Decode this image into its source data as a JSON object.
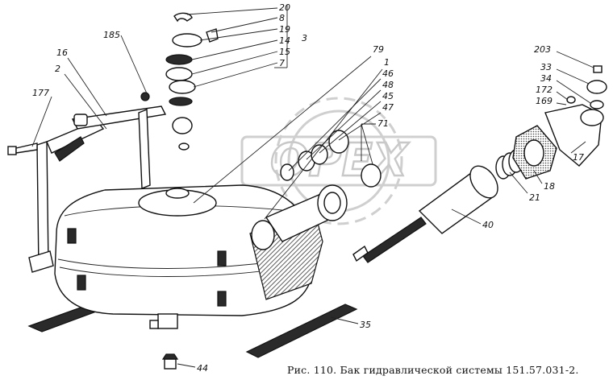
{
  "caption": "Рис. 110. Бак гидравлической системы 151.57.031-2.",
  "watermark": "OPEX",
  "labels": {
    "n20": "20",
    "n8": "8",
    "n19": "19",
    "n14": "14",
    "n3": "3",
    "n15": "15",
    "n7": "7",
    "n185": "185",
    "n16": "16",
    "n2": "2",
    "n177": "177",
    "n79": "79",
    "n1": "1",
    "n46": "46",
    "n48": "48",
    "n45": "45",
    "n47": "47",
    "n71": "71",
    "n203": "203",
    "n33": "33",
    "n34": "34",
    "n172": "172",
    "n169": "169",
    "n17": "17",
    "n18": "18",
    "n21": "21",
    "n40": "40",
    "n35": "35",
    "n44": "44"
  }
}
